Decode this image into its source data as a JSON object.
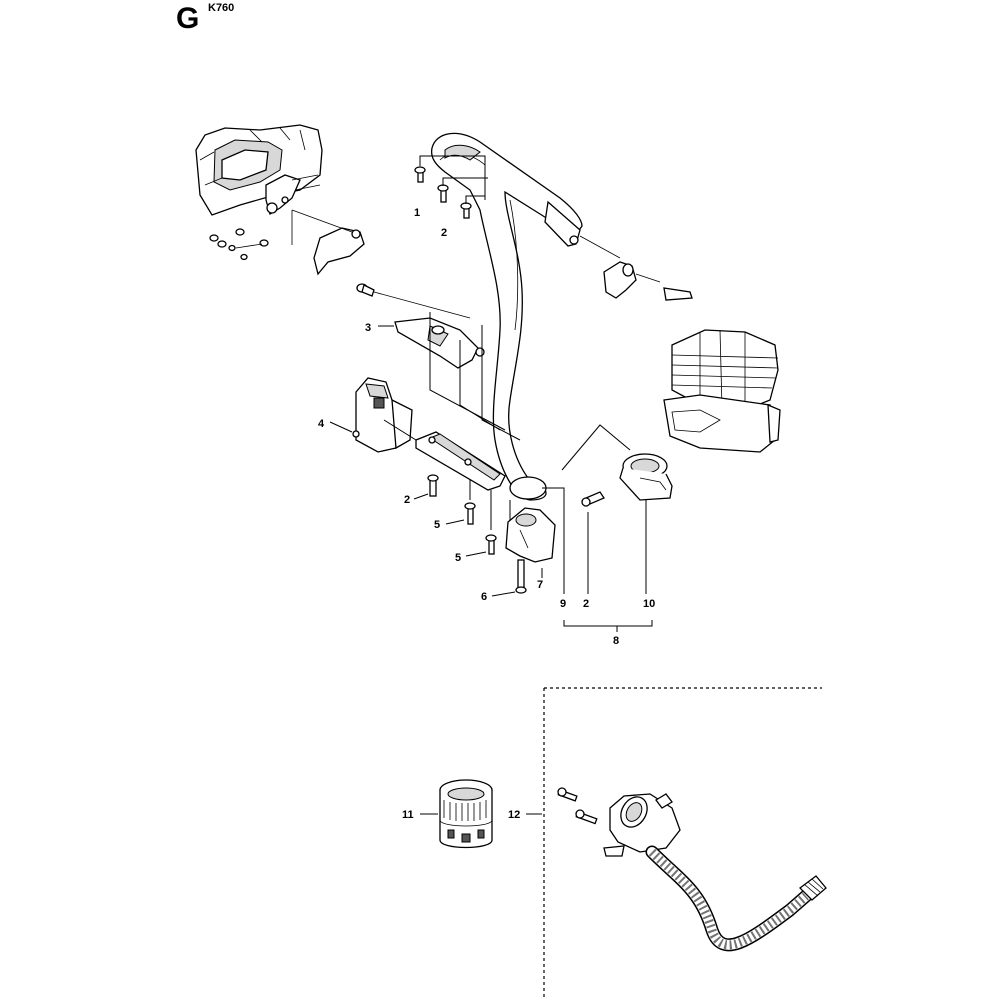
{
  "header": {
    "section_letter": "G",
    "model_code": "K760"
  },
  "callouts": {
    "c1": "1",
    "c2a": "2",
    "c3": "3",
    "c4": "4",
    "c2b": "2",
    "c5a": "5",
    "c5b": "5",
    "c6": "6",
    "c7": "7",
    "c9": "9",
    "c2c": "2",
    "c10": "10",
    "c8": "8",
    "c11": "11",
    "c12": "12"
  }
}
